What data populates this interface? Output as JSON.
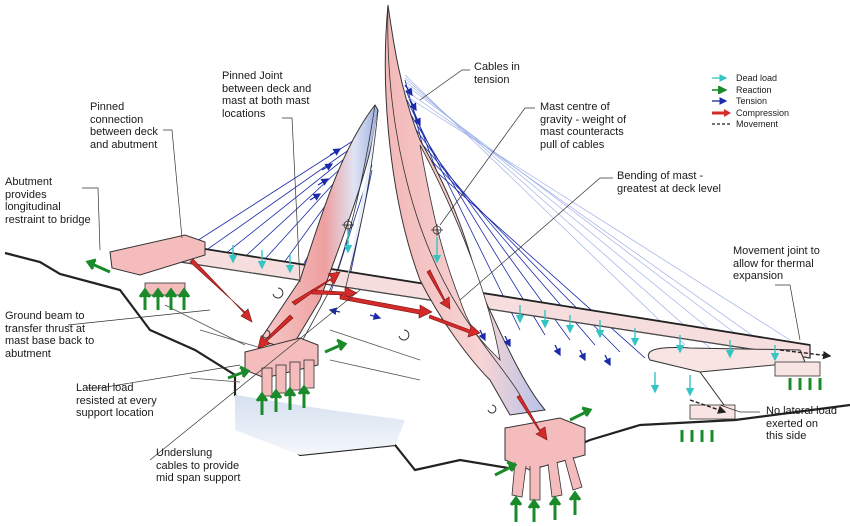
{
  "labels": {
    "cables_tension": "Cables in\ntension",
    "pinned_joint_masts": "Pinned Joint\nbetween deck and\nmast at both mast\nlocations",
    "pinned_abutment": "Pinned\nconnection\nbetween deck\nand abutment",
    "abutment": "Abutment\nprovides\nlongitudinal\nrestraint to bridge",
    "mast_cog": "Mast centre of\ngravity - weight of\nmast counteracts\npull of cables",
    "bending": "Bending of mast -\ngreatest at deck level",
    "movement_joint": "Movement joint to\nallow for thermal\nexpansion",
    "ground_beam": "Ground beam to\ntransfer thrust at\nmast base back to\nabutment",
    "lateral_load": "Lateral load\nresisted at every\nsupport location",
    "underslung": "Underslung\ncables to provide\nmid span support",
    "no_lateral": "No lateral load\nexerted on\nthis side"
  },
  "legend": [
    {
      "label": "Dead load",
      "color": "#33c4c4",
      "style": "arrow"
    },
    {
      "label": "Reaction",
      "color": "#1a8a2a",
      "style": "arrow"
    },
    {
      "label": "Tension",
      "color": "#1a2aa8",
      "style": "arrow"
    },
    {
      "label": "Compression",
      "color": "#d42a2a",
      "style": "arrow"
    },
    {
      "label": "Movement",
      "color": "#222222",
      "style": "dashed"
    }
  ]
}
